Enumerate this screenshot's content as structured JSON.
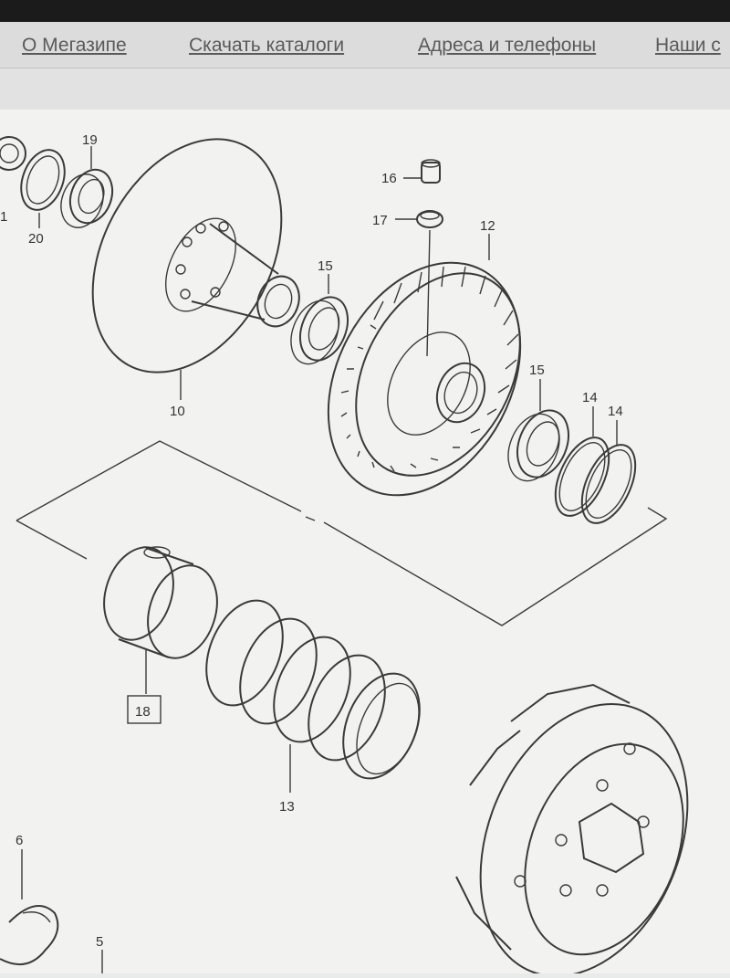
{
  "nav": {
    "links": [
      "О Мегазипе",
      "Скачать каталоги",
      "Адреса и телефоны",
      "Наши с"
    ]
  },
  "diagram": {
    "callouts": {
      "p19": "19",
      "p20": "20",
      "p1": "1",
      "p10": "10",
      "p15a": "15",
      "p16": "16",
      "p17": "17",
      "p12": "12",
      "p15b": "15",
      "p14a": "14",
      "p14b": "14",
      "p18": "18",
      "p13": "13",
      "p6": "6",
      "p5": "5"
    }
  },
  "colors": {
    "background": "#f2f3f1",
    "nav_background": "#dcdcdc",
    "link": "#5a5a5a",
    "line_art": "#3a3a3a"
  }
}
